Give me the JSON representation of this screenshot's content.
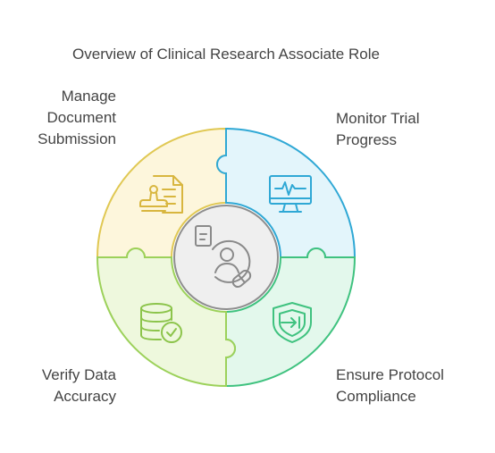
{
  "title": "Overview of Clinical Research Associate Role",
  "segments": [
    {
      "id": "top-left",
      "lines": [
        "Manage",
        "Document",
        "Submission"
      ],
      "icon": "document-stamp-icon",
      "fill": "#fdf6dc",
      "stroke": "#e0c853"
    },
    {
      "id": "top-right",
      "lines": [
        "Monitor Trial",
        "Progress"
      ],
      "icon": "monitor-heartbeat-icon",
      "fill": "#e3f5fb",
      "stroke": "#2fa8d5"
    },
    {
      "id": "bottom-right",
      "lines": [
        "Ensure Protocol",
        "Compliance"
      ],
      "icon": "shield-enter-icon",
      "fill": "#e3f8ec",
      "stroke": "#3fc27f"
    },
    {
      "id": "bottom-left",
      "lines": [
        "Verify Data",
        "Accuracy"
      ],
      "icon": "database-check-icon",
      "fill": "#eef8dd",
      "stroke": "#9cd15a"
    }
  ],
  "center": {
    "icon": "clinical-researcher-icon",
    "fill": "#efefef",
    "stroke": "#8e8e8e"
  }
}
